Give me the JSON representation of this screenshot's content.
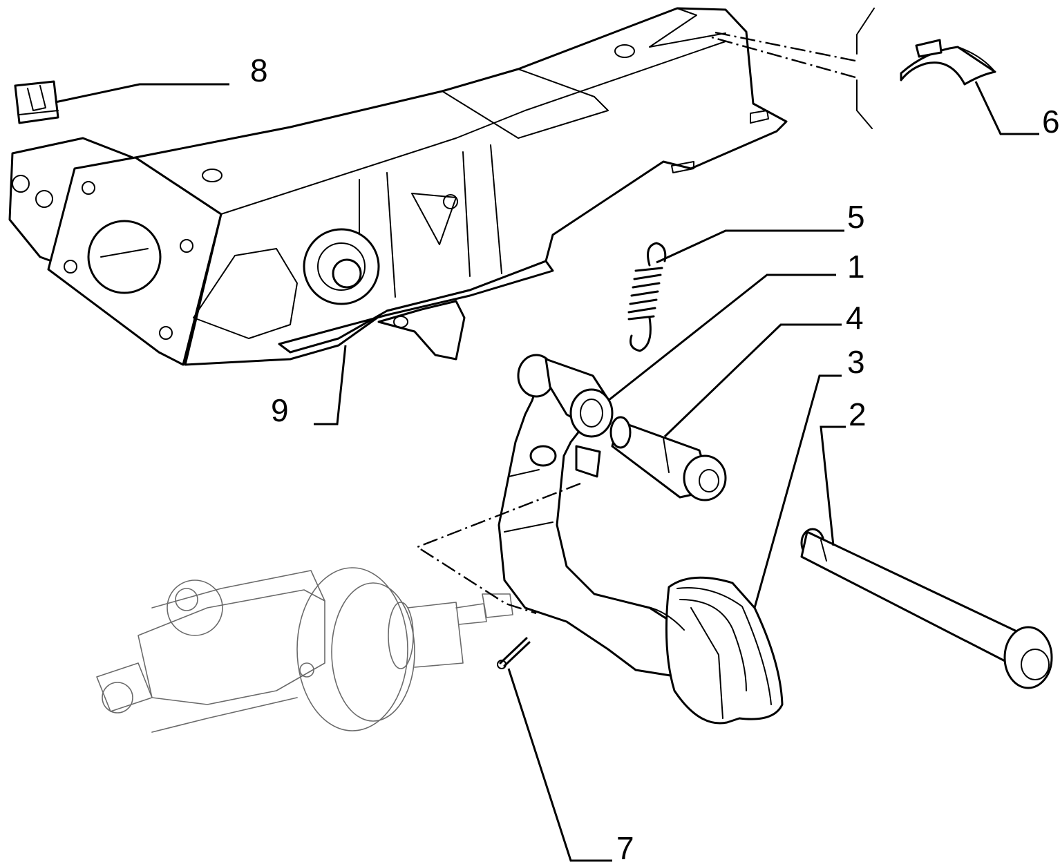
{
  "callouts": [
    {
      "id": "1",
      "label": "1"
    },
    {
      "id": "2",
      "label": "2"
    },
    {
      "id": "3",
      "label": "3"
    },
    {
      "id": "4",
      "label": "4"
    },
    {
      "id": "5",
      "label": "5"
    },
    {
      "id": "6",
      "label": "6"
    },
    {
      "id": "7",
      "label": "7"
    },
    {
      "id": "8",
      "label": "8"
    },
    {
      "id": "9",
      "label": "9"
    }
  ],
  "colors": {
    "ink": "#000000",
    "background": "#ffffff",
    "ghost_part": "#6a6a6a"
  }
}
